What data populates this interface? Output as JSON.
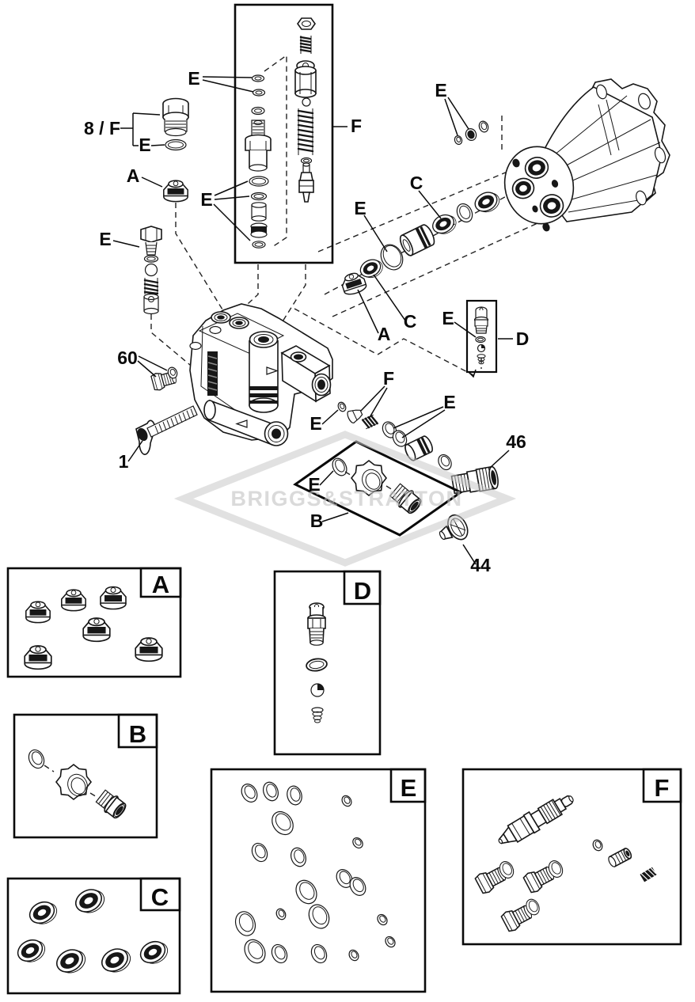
{
  "watermark": "BRIGGS&STRATTON",
  "labels": {
    "ref_8_f": "8 / F",
    "a": "A",
    "b": "B",
    "c": "C",
    "d": "D",
    "e": "E",
    "f": "F",
    "n1": "1",
    "n44": "44",
    "n46": "46",
    "n60": "60"
  }
}
